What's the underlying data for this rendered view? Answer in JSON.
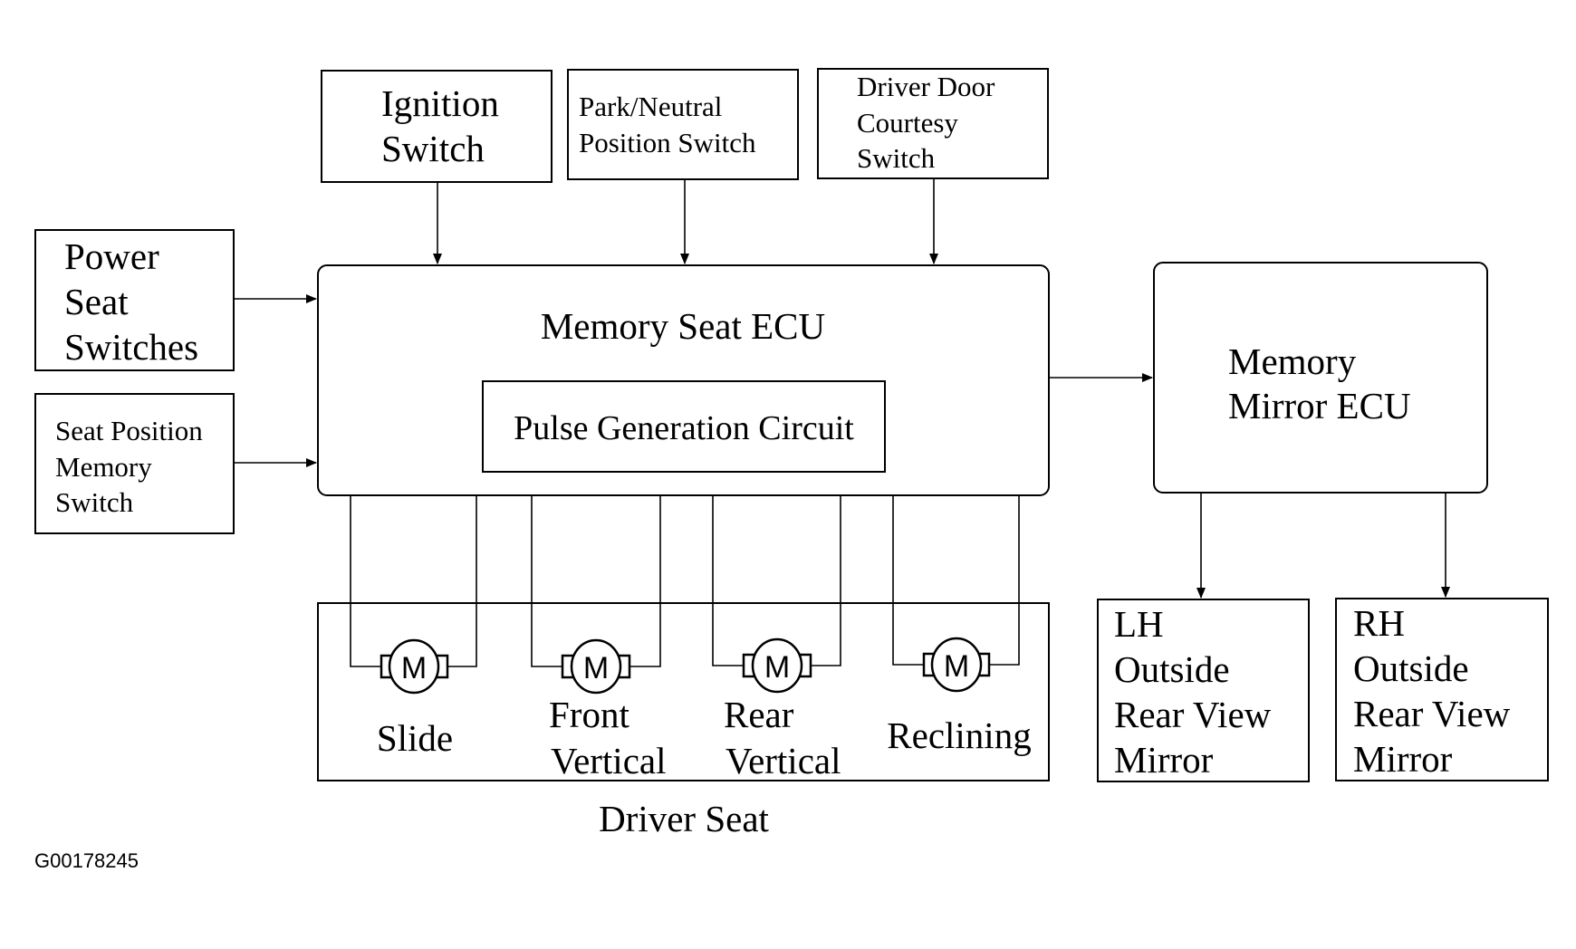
{
  "diagram": {
    "figure_id": "G00178245",
    "inputs_top": [
      {
        "id": "ignition",
        "lines": [
          "Ignition",
          "Switch"
        ]
      },
      {
        "id": "park-neutral",
        "lines": [
          "Park/Neutral",
          "Position Switch"
        ]
      },
      {
        "id": "driver-door",
        "lines": [
          "Driver Door",
          "Courtesy",
          "Switch"
        ]
      }
    ],
    "inputs_left": [
      {
        "id": "power-seat",
        "lines": [
          "Power",
          "Seat",
          "Switches"
        ]
      },
      {
        "id": "seat-position",
        "lines": [
          "Seat Position",
          "Memory",
          "Switch"
        ]
      }
    ],
    "ecu": {
      "title": "Memory Seat ECU",
      "sub": "Pulse Generation Circuit"
    },
    "mirror_ecu": {
      "lines": [
        "Memory",
        "Mirror ECU"
      ]
    },
    "driver_seat": {
      "title": "Driver Seat",
      "motor_symbol": "M",
      "motors": [
        {
          "id": "slide",
          "lines": [
            "Slide"
          ]
        },
        {
          "id": "front-vertical",
          "lines": [
            "Front",
            "Vertical"
          ]
        },
        {
          "id": "rear-vertical",
          "lines": [
            "Rear",
            "Vertical"
          ]
        },
        {
          "id": "reclining",
          "lines": [
            "Reclining"
          ]
        }
      ]
    },
    "mirrors": [
      {
        "id": "lh",
        "lines": [
          "LH",
          "Outside",
          "Rear View",
          "Mirror"
        ]
      },
      {
        "id": "rh",
        "lines": [
          "RH",
          "Outside",
          "Rear View",
          "Mirror"
        ]
      }
    ]
  }
}
